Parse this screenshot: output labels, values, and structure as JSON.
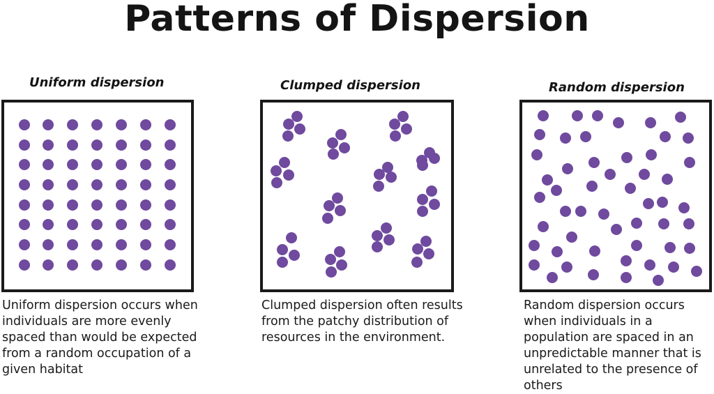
{
  "title": "Patterns of Dispersion",
  "colors": {
    "dot": "#6f4a9e",
    "border": "#1a1a1a",
    "text": "#1a1a1a"
  },
  "panels": {
    "uniform": {
      "heading": "Uniform dispersion",
      "caption": "Uniform dispersion occurs when individuals are more evenly spaced than would be expected from a random occupation of a given habitat"
    },
    "clumped": {
      "heading": "Clumped dispersion",
      "caption": "Clumped dispersion often results from the patchy distribution of resources in the environment."
    },
    "random": {
      "heading": "Random dispersion",
      "caption": "Random dispersion occurs when individuals in a population are spaced in an unpredictable manner that is unrelated to the presence of others"
    }
  }
}
